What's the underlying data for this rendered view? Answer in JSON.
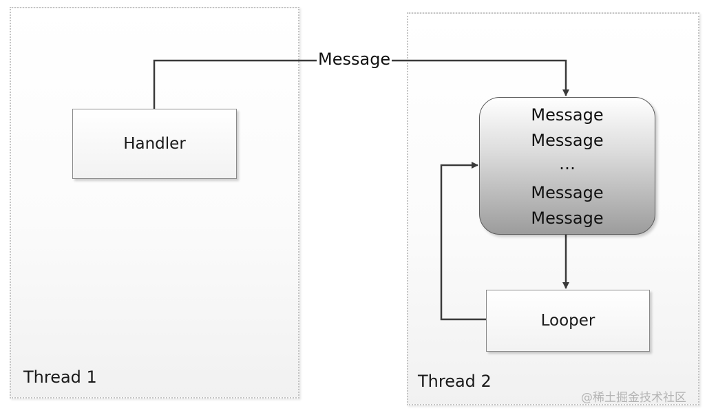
{
  "thread1": {
    "label": "Thread 1"
  },
  "thread2": {
    "label": "Thread 2"
  },
  "handler": {
    "label": "Handler"
  },
  "looper": {
    "label": "Looper"
  },
  "edge": {
    "label": "Message"
  },
  "queue": {
    "items": [
      "Message",
      "Message",
      "…",
      "Message",
      "Message"
    ]
  },
  "watermark": "@稀土掘金技术社区",
  "colors": {
    "line": "#3a3a3a",
    "box_border": "#8a8a8a",
    "panel_border": "#c4c4c4",
    "text": "#1a1a1a"
  }
}
